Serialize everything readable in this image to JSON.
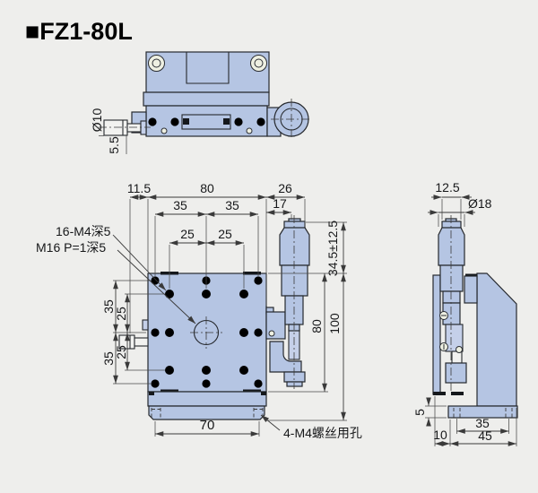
{
  "title": "■FZ1-80L",
  "top_view": {
    "knob_diameter": "Ø10",
    "knob_height": "5.5"
  },
  "front_view": {
    "left_offset": "11.5",
    "table_width": "80",
    "mic_bracket_width": "26",
    "mic_center_offset": "17",
    "screw_col_left": "35",
    "screw_col_right": "35",
    "hole_col_left": "25",
    "hole_col_right": "25",
    "screw_row_top": "35",
    "screw_row_bottom": "35",
    "hole_row_top": "25",
    "hole_row_bottom": "25",
    "height_travel": "34.5±12.5",
    "total_height": "100",
    "table_height": "80",
    "base_hole_spacing": "70",
    "label_tapped_holes": "16-M4深5",
    "label_center_thread": "M16 P=1深5",
    "label_base_holes": "4-M4螺丝用孔"
  },
  "side_view": {
    "cap_width": "12.5",
    "thimble_diameter": "Ø18",
    "flange_height": "5",
    "flange_hole_spacing": "35",
    "depth": "45",
    "left_offset": "10"
  }
}
